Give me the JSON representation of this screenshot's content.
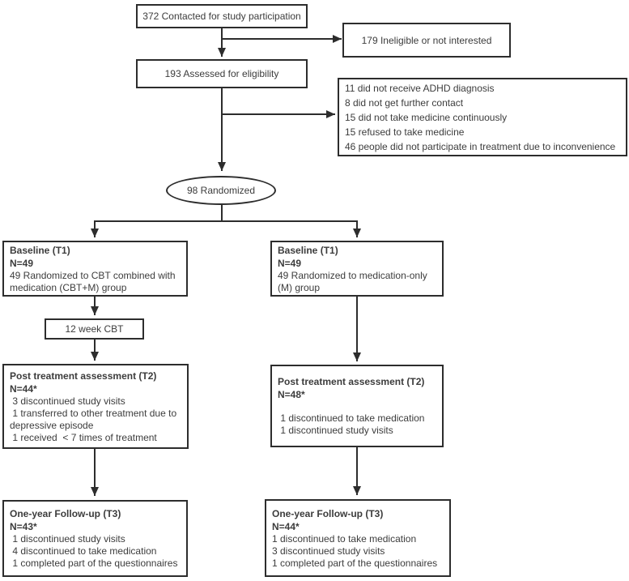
{
  "colors": {
    "border": "#2d2d2d",
    "text": "#3c3c3c",
    "background": "#ffffff"
  },
  "nodes": {
    "contacted": {
      "text": "372 Contacted for study participation"
    },
    "ineligible": {
      "text": "179 Ineligible or not interested"
    },
    "assessed": {
      "text": "193 Assessed for eligibility"
    },
    "exclusions": {
      "lines": [
        "11 did not receive ADHD diagnosis",
        "8 did not get further contact",
        "15 did not take medicine continuously",
        "15 refused to take medicine",
        "46 people did not participate in treatment due to inconvenience"
      ]
    },
    "randomized": {
      "text": "98 Randomized"
    },
    "baseline_cbtm": {
      "title": "Baseline (T1)",
      "n": "N=49",
      "body": "49 Randomized to CBT combined with medication (CBT+M) group"
    },
    "baseline_m": {
      "title": "Baseline (T1)",
      "n": "N=49",
      "body": "49 Randomized to medication-only (M) group"
    },
    "cbt": {
      "text": "12 week CBT"
    },
    "post_cbtm": {
      "title": "Post treatment assessment (T2)",
      "n": "N=44*",
      "lines": [
        " 3 discontinued study visits",
        " 1 transferred to other treatment due to depressive episode",
        " 1 received  < 7 times of treatment"
      ]
    },
    "post_m": {
      "title": "Post treatment assessment (T2)",
      "n": "N=48*",
      "lines": [
        " 1 discontinued to take medication",
        " 1 discontinued study visits"
      ]
    },
    "followup_cbtm": {
      "title": "One-year Follow-up (T3)",
      "n": "N=43*",
      "lines": [
        " 1 discontinued study visits",
        " 4 discontinued to take medication",
        " 1 completed part of the questionnaires"
      ]
    },
    "followup_m": {
      "title": "One-year Follow-up (T3)",
      "n": "N=44*",
      "lines": [
        "1 discontinued to take medication",
        "3 discontinued study visits",
        "1 completed part of the questionnaires"
      ]
    }
  }
}
